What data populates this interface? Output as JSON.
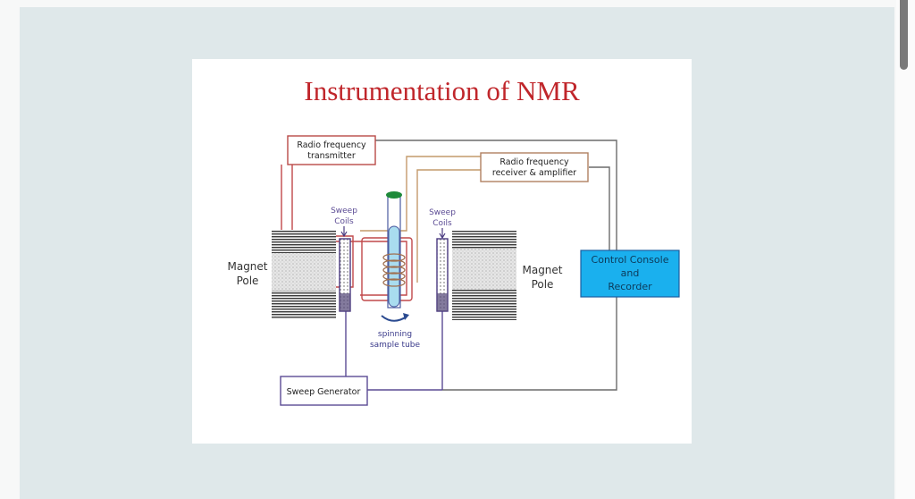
{
  "slide": {
    "title": "Instrumentation of NMR"
  },
  "diagram": {
    "rf_transmitter": [
      "Radio frequency",
      "transmitter"
    ],
    "rf_receiver": [
      "Radio frequency",
      "receiver & amplifier"
    ],
    "sweep_coils_left": [
      "Sweep",
      "Coils"
    ],
    "sweep_coils_right": [
      "Sweep",
      "Coils"
    ],
    "magnet_pole_left": [
      "Magnet",
      "Pole"
    ],
    "magnet_pole_right": [
      "Magnet",
      "Pole"
    ],
    "control_console": [
      "Control Console",
      "and",
      "Recorder"
    ],
    "spinning_tube": [
      "spinning",
      "sample tube"
    ],
    "sweep_generator": "Sweep Generator"
  },
  "colors": {
    "title_red": "#c0262b",
    "rf_wire": "#b94a48",
    "receiver_wire": "#c49a6c",
    "sweep_wire": "#5b4b94",
    "console_fill": "#1ab0ee",
    "cap_green": "#1e8a3a",
    "tube_fill": "#a9dcef"
  }
}
